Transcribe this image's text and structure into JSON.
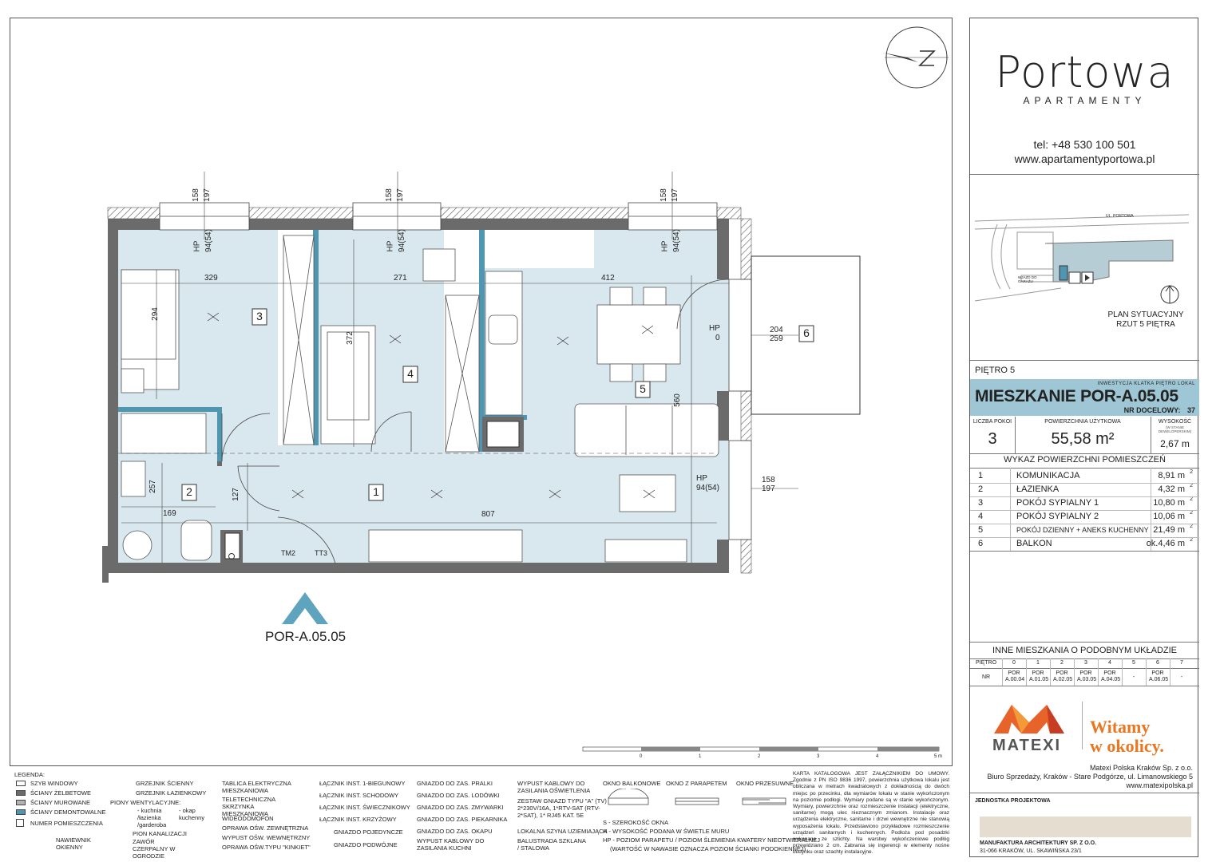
{
  "brand": {
    "name": "Portowa",
    "sub": "APARTAMENTY",
    "tel": "tel: +48 530 100 501",
    "www": "www.apartamentyportowa.pl"
  },
  "site_plan": {
    "street": "UL. PORTOWA",
    "garage": "WJAZD DO GARAŻU",
    "caption_line1": "PLAN SYTUACYJNY",
    "caption_line2": "RZUT 5 PIĘTRA"
  },
  "floor": "PIĘTRO 5",
  "apartment": {
    "meta": "INWESTYCJA   KLATKA  PIĘTRO   LOKAL",
    "title": "MIESZKANIE POR-A.05.05",
    "nr_label": "NR DOCELOWY:",
    "nr_value": "37",
    "rooms_label": "LICZBA POKOI",
    "rooms_value": "3",
    "area_label": "POWIERZCHNIA UŻYTKOWA",
    "area_value": "55,58 m²",
    "height_label": "WYSOKOŚĆ",
    "height_note": "(W STANIE DEWELOPERSKIM)",
    "height_value": "2,67 m"
  },
  "rooms_title": "WYKAZ POWIERZCHNI POMIESZCZEŃ",
  "rooms": [
    {
      "no": "1",
      "name": "KOMUNIKACJA",
      "area": "8,91 m",
      "sup": "2"
    },
    {
      "no": "2",
      "name": "ŁAZIENKA",
      "area": "4,32 m",
      "sup": "2"
    },
    {
      "no": "3",
      "name": "POKÓJ SYPIALNY 1",
      "area": "10,80 m",
      "sup": "2"
    },
    {
      "no": "4",
      "name": "POKÓJ SYPIALNY 2",
      "area": "10,06 m",
      "sup": "2"
    },
    {
      "no": "5",
      "name": "POKÓJ DZIENNY + ANEKS KUCHENNY",
      "area": "21,49 m",
      "sup": "2"
    },
    {
      "no": "6",
      "name": "BALKON",
      "area": "ok.4,46 m",
      "sup": "2"
    }
  ],
  "similar": {
    "title": "INNE MIESZKANIA O PODOBNYM UKŁADZIE",
    "floor_label": "PIĘTRO",
    "nr_label": "NR",
    "floors": [
      "0",
      "1",
      "2",
      "3",
      "4",
      "5",
      "6",
      "7"
    ],
    "units": [
      "POR A.00.04",
      "POR A.01.05",
      "POR A.02.05",
      "POR A.03.05",
      "POR A.04.05",
      "-",
      "POR A.06.05",
      "-"
    ]
  },
  "developer": {
    "logo": "MATEXI",
    "slogan1": "Witamy",
    "slogan2": "w okolicy.",
    "company": "Matexi Polska Kraków Sp. z o.o.",
    "office": "Biuro Sprzedaży, Kraków - Stare Podgórze, ul. Limanowskiego 5",
    "web": "www.matexipolska.pl"
  },
  "design_unit": {
    "title": "JEDNOSTKA PROJEKTOWA",
    "name": "MANUFAKTURA ARCHITEKTURY SP. Z O.O.",
    "address": "31-066 KRAKÓW, UL. SKAWIŃSKA 23/1"
  },
  "plan": {
    "unit_label": "POR-A.05.05",
    "room_numbers": [
      "1",
      "2",
      "3",
      "4",
      "5",
      "6"
    ],
    "dims": {
      "d329": "329",
      "d271": "271",
      "d412": "412",
      "d294": "294",
      "d372": "372",
      "d560": "560",
      "d257": "257",
      "d169": "169",
      "d127": "127",
      "d807": "807",
      "w158": "158",
      "w197": "197",
      "w204": "204",
      "w259": "259",
      "hp": "HP",
      "hp94": "94(54)",
      "hp0": "0",
      "tm2": "TM2",
      "tt3": "TT3"
    },
    "scale": [
      "0",
      "1",
      "2",
      "3",
      "4",
      "5 m"
    ]
  },
  "legend": {
    "title": "LEGENDA:",
    "col1": [
      "SZYB WINDOWY",
      "ŚCIANY ŻELBETOWE",
      "ŚCIANY MUROWANE",
      "ŚCIANY DEMONTOWALNE",
      "NUMER POMIESZCZENIA",
      "NAWIEWNIK OKIENNY"
    ],
    "col2": [
      "GRZEJNIK ŚCIENNY",
      "GRZEJNIK ŁAZIENKOWY",
      "PIONY WENTYLACYJNE:",
      "- kuchnia",
      "- okap kuchenny",
      "/łazienka",
      "/garderoba",
      "PION KANALIZACJI",
      "ZAWÓR CZERPALNY W OGRODZIE"
    ],
    "col3": [
      "TABLICA ELEKTRYCZNA MIESZKANIOWA",
      "TELETECHNICZNA SKRZYNKA MIESZKANIOWA",
      "WIDEODOMOFON",
      "OPRAWA OŚW. ZEWNĘTRZNA",
      "WYPUST OŚW. WEWNĘTRZNY",
      "OPRAWA OŚW.TYPU \"KINKIET\""
    ],
    "col4": [
      "ŁĄCZNIK INST. 1-BIEGUNOWY",
      "ŁĄCZNIK INST. SCHODOWY",
      "ŁĄCZNIK INST. ŚWIECZNIKOWY",
      "ŁĄCZNIK INST. KRZYŻOWY",
      "GNIAZDO POJEDYNCZE",
      "GNIAZDO PODWÓJNE"
    ],
    "col5": [
      "GNIAZDO DO ZAS. PRALKI",
      "GNIAZDO DO ZAS. LODÓWKI",
      "GNIAZDO DO ZAS. ZMYWARKI",
      "GNIAZDO DO ZAS. PIEKARNIKA",
      "GNIAZDO DO ZAS. OKAPU",
      "WYPUST KABLOWY DO ZASILANIA KUCHNI"
    ],
    "col6": [
      "WYPUST KABLOWY DO ZASILANIA OŚWIETLENIA",
      "ZESTAW GNIAZD TYPU \"A\" (TV) 2*230V/16A, 1*RTV-SAT (RTV-2*SAT), 1* RJ45 KAT. 5E",
      "LOKALNA SZYNA UZIEMIAJĄCA",
      "BALUSTRADA SZKLANA / STALOWA"
    ],
    "windows": [
      "OKNO BALKONOWE",
      "OKNO Z PARAPETEM",
      "OKNO PRZESUWNE"
    ],
    "abbr": [
      "S - SZEROKOŚĆ OKNA",
      "H - WYSOKOŚĆ PODANA W ŚWIETLE MURU",
      "HP - POZIOM PARAPETU / POZIOM ŚLEMIENIA KWATERY NIEOTWIERALNEJ",
      "(WARTOŚĆ W NAWASIE OZNACZA POZIOM ŚCIANKI PODOKIENNEJ)"
    ],
    "notes": "KARTA KATALOGOWA JEST ZAŁĄCZNIKIEM DO UMOWY. Zgodnie z PN ISO 9836 1997, powierzchnia użytkowa lokalu jest obliczana w metrach kwadratowych z dokładnością do dwóch miejsc po przecinku, dla wymiarów lokalu w stanie wykończonym na poziomie podłogi. Wymiary podane są w stanie wykończonym. Wymiary, powierzchnie oraz rozmieszczenie instalacji (elektryczne, sanitarne) mogą ulec nieznacznym zmianom. Instalacje oraz urządzenia elektryczne, sanitarne i drzwi wewnętrzne nie stanowią wyposażenia lokalu. Przedstawiono przykładowe rozmieszczenie urządzeń sanitarnych i kuchennych. Podłoża pod posadzki wykonane ze szlichty. Na warstwy wykończeniowe podłóg przewidziano 2 cm. Zabrania się ingerencji w elementy nośne budynku oraz szachty instalacyjne."
  }
}
